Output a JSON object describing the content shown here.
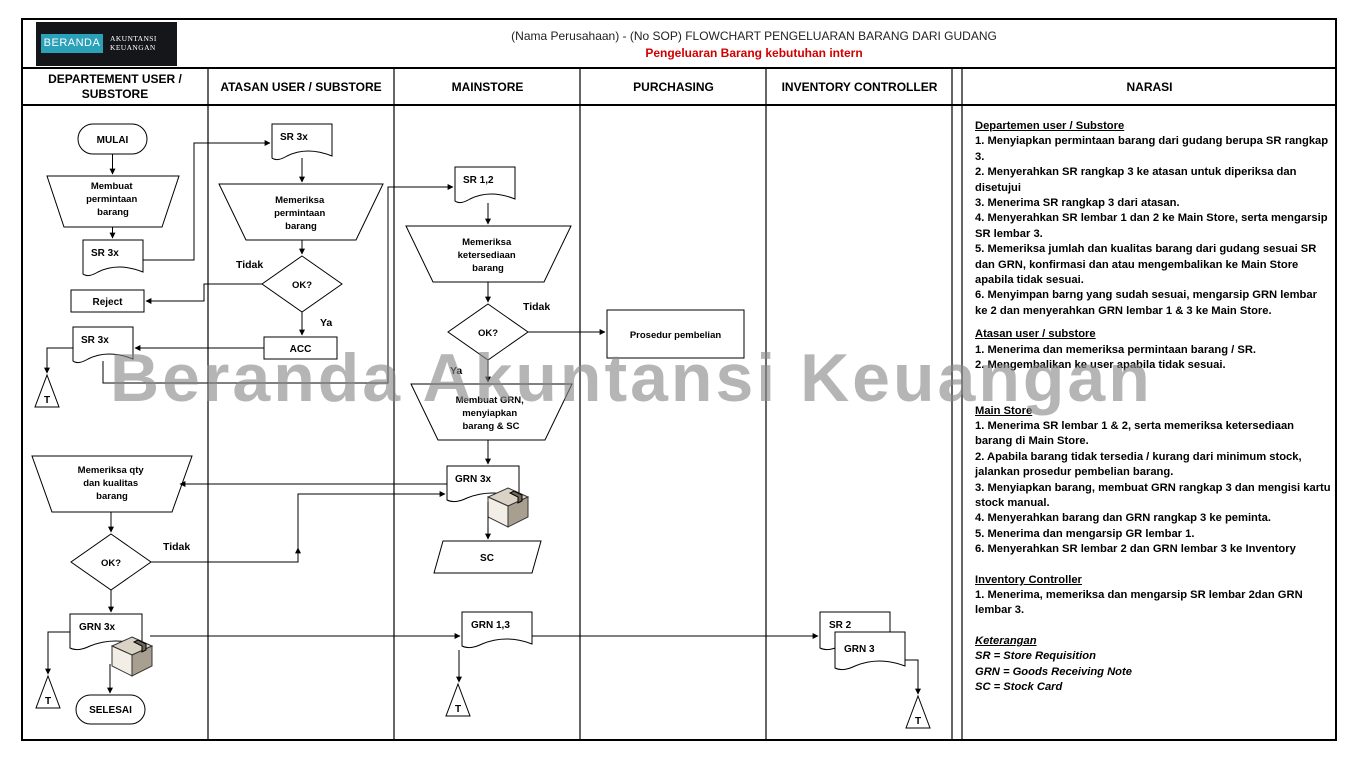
{
  "header": {
    "logo_main": "BERANDA",
    "logo_sub_1": "AKUNTANSI",
    "logo_sub_2": "KEUANGAN",
    "title": "(Nama Perusahaan) - (No SOP) FLOWCHART PENGELUARAN BARANG DARI GUDANG",
    "subtitle": "Pengeluaran Barang kebutuhan intern",
    "subtitle_color": "#d10000"
  },
  "lanes": [
    "DEPARTEMENT USER / SUBSTORE",
    "ATASAN USER / SUBSTORE",
    "MAINSTORE",
    "PURCHASING",
    "INVENTORY CONTROLLER",
    "NARASI"
  ],
  "flow": {
    "mulai": "MULAI",
    "buat_permintaan": [
      "Membuat",
      "permintaan",
      "barang"
    ],
    "sr3x": "SR   3x",
    "reject": "Reject",
    "periksa_permintaan": [
      "Memeriksa",
      "permintaan",
      "barang"
    ],
    "ok": "OK?",
    "tidak": "Tidak",
    "ya": "Ya",
    "acc": "ACC",
    "t": "T",
    "sr12": "SR   1,2",
    "periksa_ketersediaan": [
      "Memeriksa",
      "ketersediaan",
      "barang"
    ],
    "prosedur": "Prosedur pembelian",
    "buat_grn": [
      "Membuat GRN,",
      "menyiapkan",
      "barang & SC"
    ],
    "grn3x": "GRN 3x",
    "sc": "SC",
    "periksa_qty": [
      "Memeriksa qty",
      "dan kualitas",
      "barang"
    ],
    "selesai": "SELESAI",
    "grn13": "GRN   1,3",
    "sr2": "SR   2",
    "grn3": "GRN   3"
  },
  "narasi": {
    "s1_title": "Departemen user / Substore",
    "s1": [
      "1. Menyiapkan permintaan barang dari gudang berupa SR rangkap 3.",
      "2. Menyerahkan SR rangkap 3 ke atasan untuk diperiksa dan disetujui",
      "3. Menerima SR rangkap 3 dari atasan.",
      "4. Menyerahkan SR lembar 1 dan 2 ke Main Store, serta mengarsip SR lembar 3.",
      "5. Memeriksa jumlah dan kualitas barang dari gudang sesuai SR dan GRN, konfirmasi dan atau mengembalikan ke Main Store apabila tidak sesuai.",
      "6. Menyimpan barng yang sudah sesuai, mengarsip GRN lembar ke 2 dan menyerahkan GRN lembar 1 & 3 ke Main Store."
    ],
    "s2_title": "Atasan user / substore",
    "s2": [
      "1. Menerima dan memeriksa permintaan barang / SR.",
      "2. Mengembalikan ke user apabila tidak sesuai."
    ],
    "s3_title": "Main Store",
    "s3": [
      "1. Menerima SR lembar 1 & 2, serta memeriksa ketersediaan barang di Main Store.",
      "2. Apabila barang tidak tersedia / kurang dari minimum stock, jalankan prosedur pembelian barang.",
      "3. Menyiapkan barang, membuat GRN rangkap 3 dan mengisi kartu stock manual.",
      "4. Menyerahkan barang dan GRN rangkap 3 ke peminta.",
      "5. Menerima dan mengarsip GR lembar 1.",
      "6. Menyerahkan SR lembar 2 dan GRN lembar 3  ke Inventory"
    ],
    "s4_title": "Inventory Controller",
    "s4": [
      "1. Menerima, memeriksa dan mengarsip SR lembar 2dan GRN lembar 3."
    ],
    "ket_title": "Keterangan",
    "ket": [
      "SR = Store Requisition",
      "GRN = Goods Receiving Note",
      "SC = Stock Card"
    ]
  },
  "watermark": "Beranda Akuntansi Keuangan"
}
